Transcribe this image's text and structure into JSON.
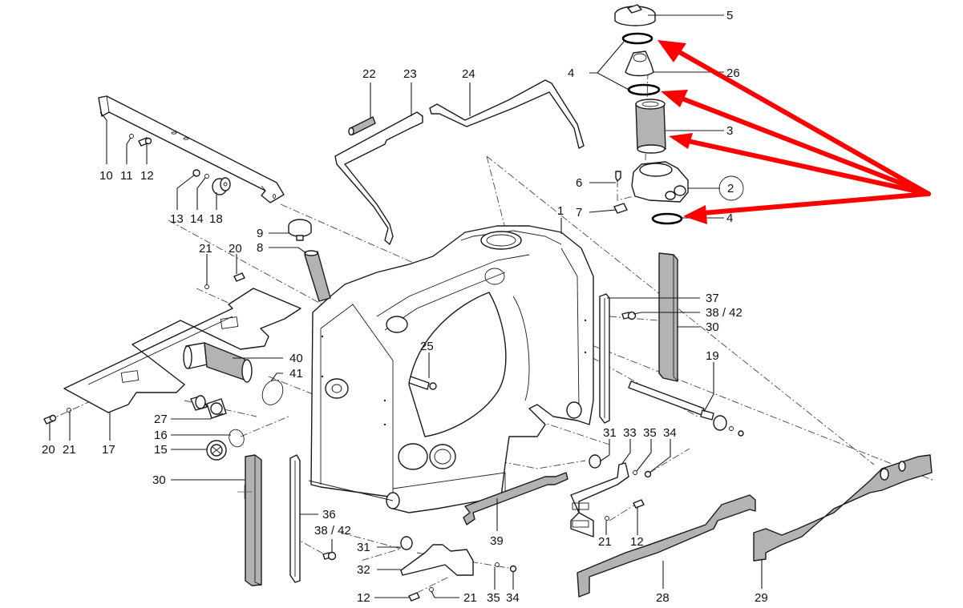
{
  "title": "Hydraulic tank assembly – exploded parts diagram",
  "highlight": {
    "color": "#ff0000",
    "description": "Red arrows point to parts 4 (O-rings) and 3 (filter element)"
  },
  "labels": {
    "p1": "1",
    "p2": "2",
    "p3": "3",
    "p4a": "4",
    "p4b": "4",
    "p5": "5",
    "p6": "6",
    "p7": "7",
    "p8": "8",
    "p9": "9",
    "p10": "10",
    "p11": "11",
    "p12a": "12",
    "p12b": "12",
    "p12c": "12",
    "p13": "13",
    "p14": "14",
    "p15": "15",
    "p16": "16",
    "p17": "17",
    "p18": "18",
    "p19": "19",
    "p20a": "20",
    "p20b": "20",
    "p21a": "21",
    "p21b": "21",
    "p21c": "21",
    "p21d": "21",
    "p22": "22",
    "p23": "23",
    "p24": "24",
    "p25": "25",
    "p26": "26",
    "p27": "27",
    "p28": "28",
    "p29": "29",
    "p30a": "30",
    "p30b": "30",
    "p31a": "31",
    "p31b": "31",
    "p32": "32",
    "p33": "33",
    "p34a": "34",
    "p34b": "34",
    "p35a": "35",
    "p35b": "35",
    "p36": "36",
    "p37": "37",
    "p38a": "38 / 42",
    "p38b": "38 / 42",
    "p39": "39",
    "p40": "40",
    "p41": "41"
  }
}
